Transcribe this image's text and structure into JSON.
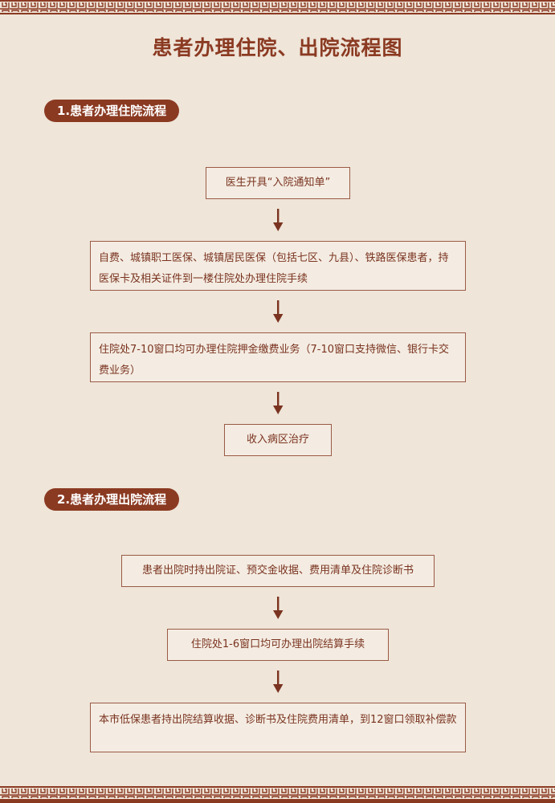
{
  "title": "患者办理住院、出院流程图",
  "sections": [
    {
      "heading": "1.患者办理住院流程",
      "steps": [
        "医生开具“入院通知单”",
        "自费、城镇职工医保、城镇居民医保（包括七区、九县）、铁路医保患者，持医保卡及相关证件到一楼住院处办理住院手续",
        "住院处7-10窗口均可办理住院押金缴费业务（7-10窗口支持微信、银行卡交费业务）",
        "收入病区治疗"
      ]
    },
    {
      "heading": "2.患者办理出院流程",
      "steps": [
        "患者出院时持出院证、预交金收据、费用清单及住院诊断书",
        "住院处1-6窗口均可办理出院结算手续",
        "本市低保患者持出院结算收据、诊断书及住院费用清单，到12窗口领取补偿款"
      ]
    }
  ],
  "colors": {
    "accent": "#8b3a22",
    "background": "#efe5d9",
    "box_border": "#9a5a46"
  },
  "icons": {
    "flow_arrow": "down-arrow-icon",
    "border": "greek-key-border"
  }
}
